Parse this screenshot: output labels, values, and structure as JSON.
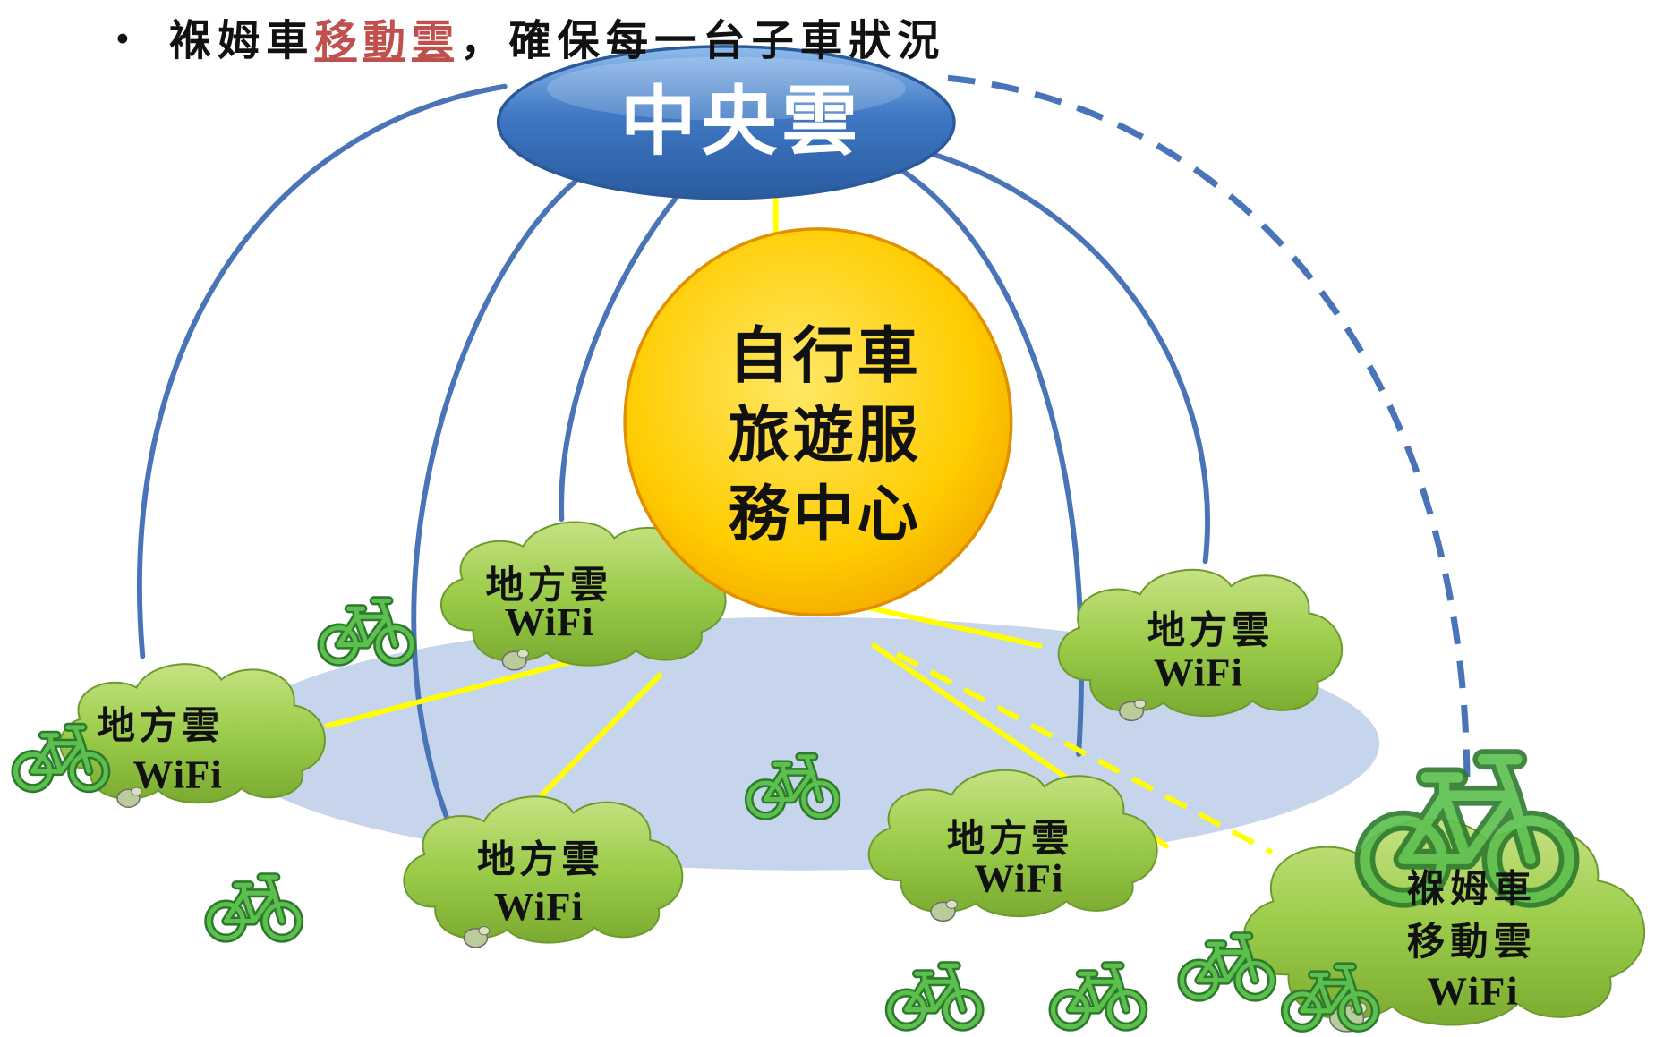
{
  "title": {
    "bullet": "•",
    "prefix": "褓姆車",
    "highlight": "移動雲",
    "suffix": "，確保每一台子車狀況"
  },
  "central_cloud": {
    "label": "中央雲"
  },
  "service_center": {
    "lines": [
      "自行車",
      "旅遊服",
      "務中心"
    ]
  },
  "local_clouds": [
    {
      "name": "地方雲",
      "network": "WiFi"
    },
    {
      "name": "地方雲",
      "network": "WiFi"
    },
    {
      "name": "地方雲",
      "network": "WiFi"
    },
    {
      "name": "地方雲",
      "network": "WiFi"
    },
    {
      "name": "地方雲",
      "network": "WiFi"
    }
  ],
  "nanny_cloud": {
    "lines": [
      "褓姆車",
      "移動雲"
    ],
    "network": "WiFi"
  },
  "icons": {
    "bicycle": "bicycle-icon",
    "cloud": "cloud-icon"
  },
  "colors": {
    "central_cloud": "#3b6db5",
    "service_center": "#ffc800",
    "local_cloud": "#9ccc4a",
    "coverage_area": "#c6d5ec",
    "highlight_text": "#c0504d",
    "blue_link": "#4a74b8",
    "yellow_link": "#ffff00",
    "bicycle": "#3a9a3a"
  }
}
